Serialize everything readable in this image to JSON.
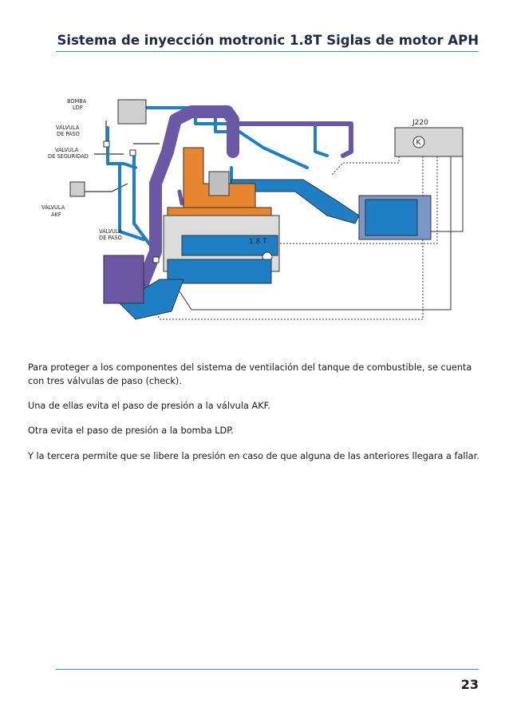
{
  "header": {
    "title": "Sistema de inyección motronic 1.8T Siglas de motor APH"
  },
  "diagram": {
    "labels": {
      "bomba_ldp_line1": "BOMBA",
      "bomba_ldp_line2": "LDP",
      "valvula_paso_top_line1": "VÁLVULA",
      "valvula_paso_top_line2": "DE PASO",
      "valvula_seguridad_line1": "VÁLVULA",
      "valvula_seguridad_line2": "DE SEGURIDAD",
      "valvula_akf_line1": "VÁLVULA",
      "valvula_akf_line2": "AKF",
      "valvula_paso_bottom_line1": "VÁLVULA",
      "valvula_paso_bottom_line2": "DE PASO",
      "ecu": "J220",
      "ecu_symbol": "K",
      "engine": "1.8 T"
    },
    "colors": {
      "blue": "#1f7fc4",
      "purple": "#6a58a5",
      "orange": "#e8862f",
      "grey": "#dcdcdc"
    }
  },
  "body": {
    "paragraphs": [
      "Para proteger a los componentes del sistema de ventilación del tanque de combustible, se cuenta  con tres válvulas de paso (check).",
      "Una de ellas evita el paso de presión a la válvula  AKF.",
      "Otra evita el paso de presión a la bomba LDP.",
      "Y la tercera permite que se libere la presión en caso de que alguna de las anteriores llegara a fallar."
    ]
  },
  "footer": {
    "page_number": "23"
  }
}
